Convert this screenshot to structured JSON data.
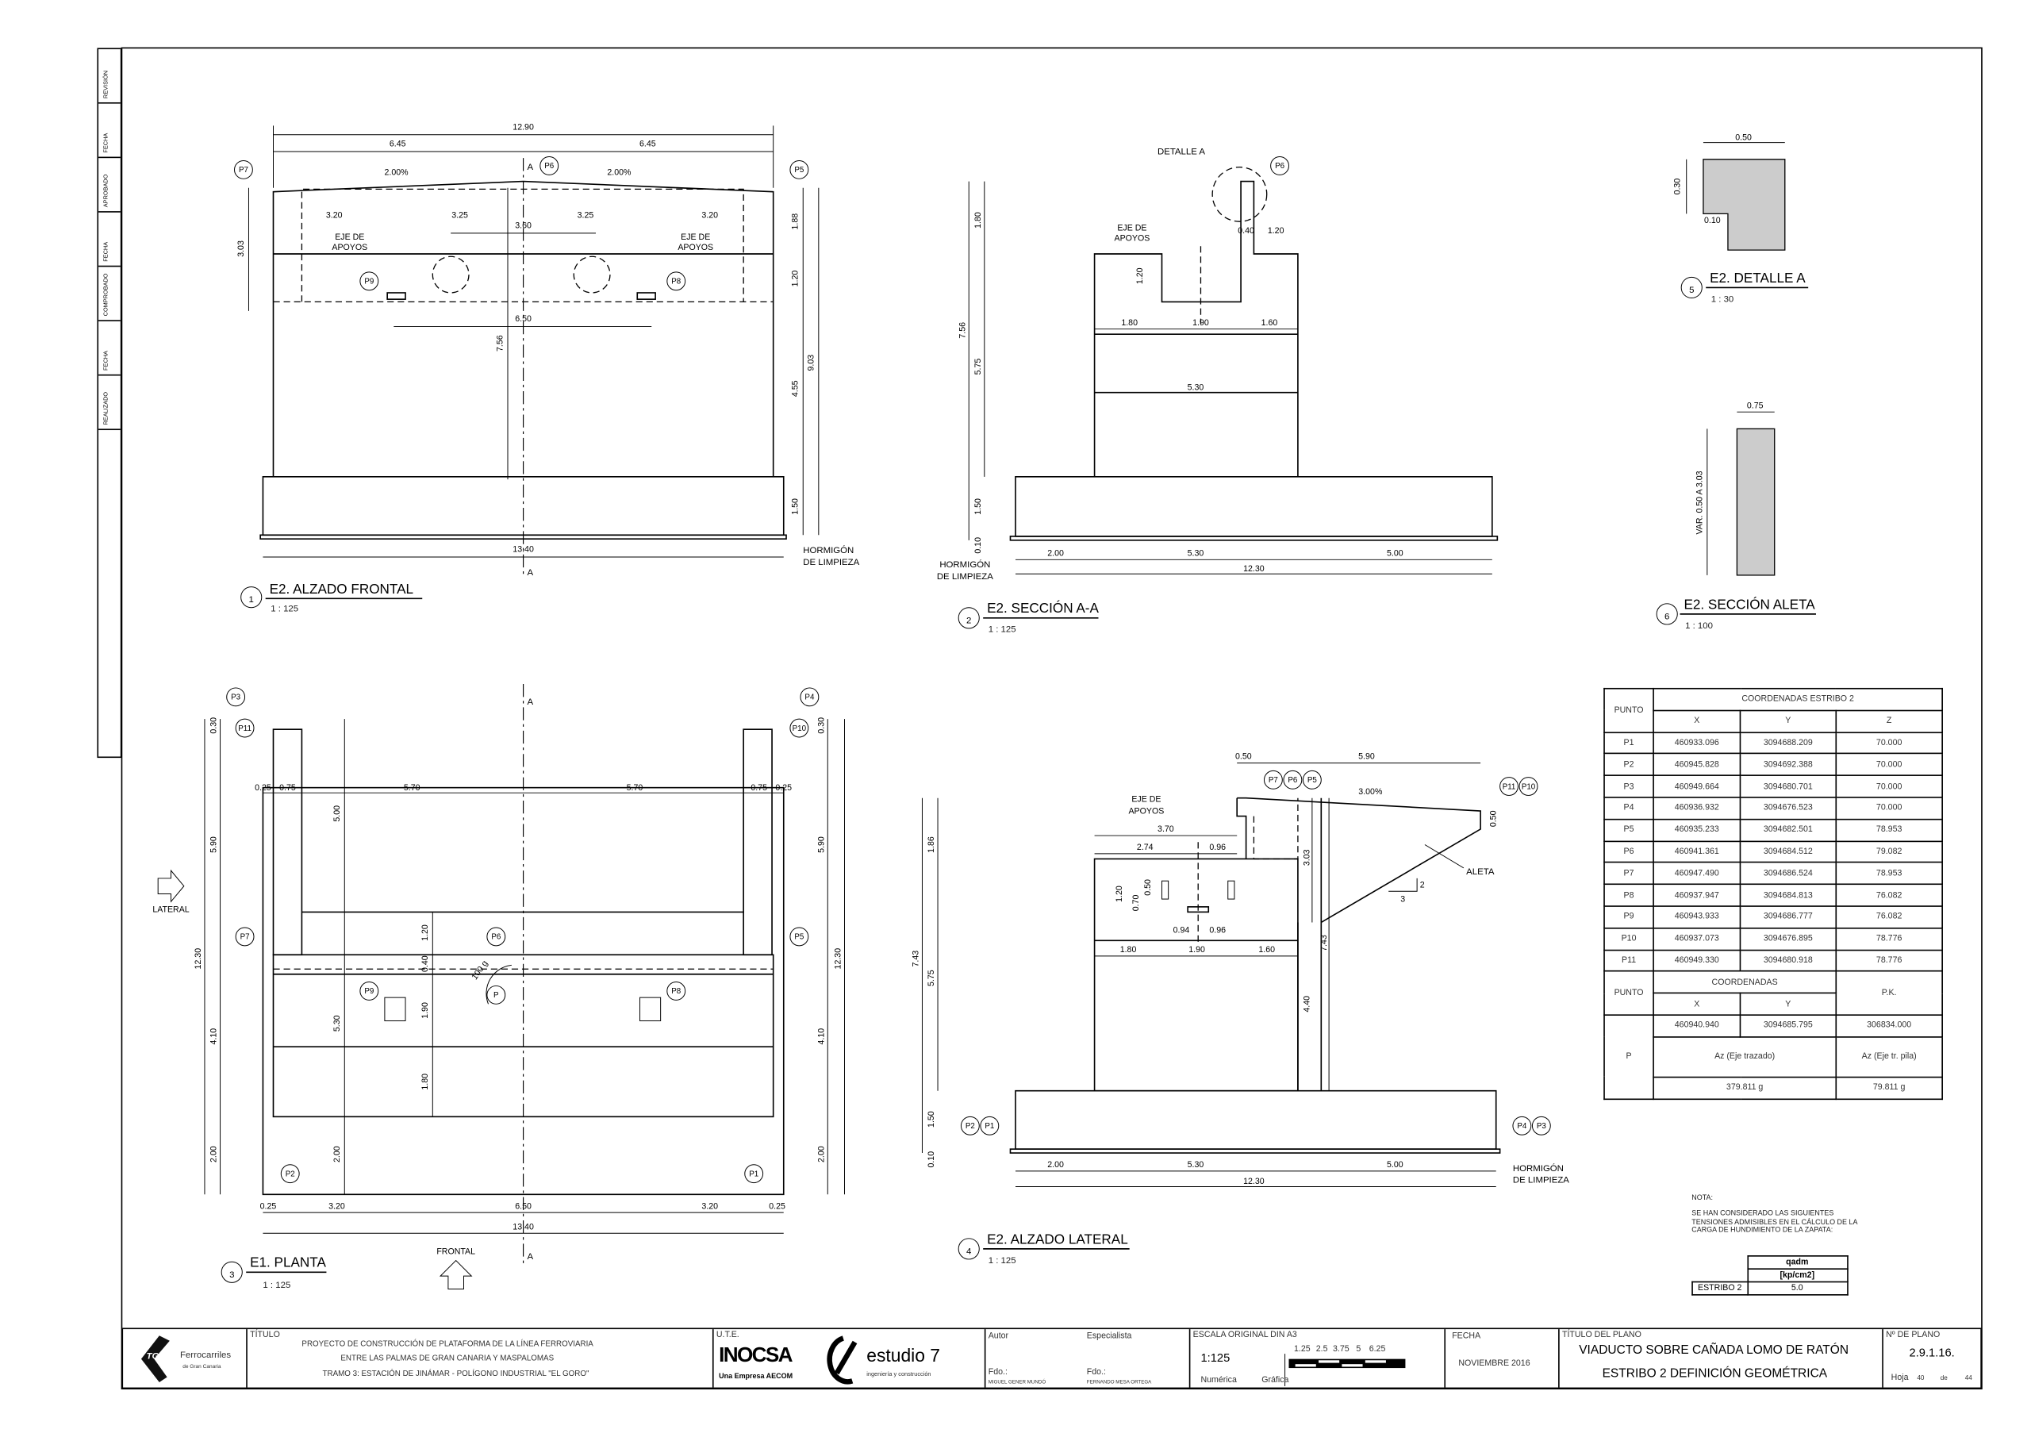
{
  "revision_strip": [
    "REVISIÓN",
    "FECHA",
    "APROBADO",
    "FECHA",
    "COMPROBADO",
    "FECHA",
    "REALIZADO"
  ],
  "view1": {
    "number": "1",
    "title": "E2. ALZADO FRONTAL",
    "scale": "1 : 125",
    "dims": [
      "12.90",
      "6.45",
      "6.45",
      "3.20",
      "3.25",
      "3.25",
      "3.20",
      "3.60",
      "6.50",
      "7.56",
      "13.40",
      "3.03",
      "1.88",
      "1.20",
      "4.55",
      "1.50",
      "9.03"
    ],
    "slopes": [
      "2.00%",
      "2.00%"
    ],
    "labels": {
      "eje1": "EJE DE",
      "apoyos1": "APOYOS",
      "eje2": "EJE DE",
      "apoyos2": "APOYOS",
      "hormigon": "HORMIGÓN",
      "limpieza": "DE LIMPIEZA",
      "section_top": "A",
      "section_bottom": "A"
    },
    "points": [
      "P7",
      "P6",
      "P5",
      "P9",
      "P8"
    ]
  },
  "view2": {
    "number": "2",
    "title": "E2. SECCIÓN A-A",
    "scale": "1 : 125",
    "dims": [
      "1.80",
      "5.75",
      "7.56",
      "1.50",
      "0.10",
      "0.40",
      "1.20",
      "1.20",
      "1.80",
      "1.90",
      "1.60",
      "5.30",
      "2.00",
      "5.30",
      "5.00",
      "12.30"
    ],
    "labels": {
      "detalle": "DETALLE A",
      "eje": "EJE DE",
      "apoyos": "APOYOS",
      "hormigon": "HORMIGÓN",
      "limpieza": "DE LIMPIEZA"
    },
    "points": [
      "P6"
    ]
  },
  "view3": {
    "number": "3",
    "title": "E1. PLANTA",
    "scale": "1 : 125",
    "dims": [
      "0.25",
      "0.75",
      "5.70",
      "5.70",
      "0.75",
      "0.25",
      "5.00",
      "0.30",
      "5.90",
      "4.10",
      "2.00",
      "12.30",
      "0.30",
      "5.90",
      "4.10",
      "2.00",
      "12.30",
      "1.20",
      "0.40",
      "1.90",
      "1.80",
      "5.30",
      "2.00",
      "0.25",
      "3.20",
      "6.50",
      "3.20",
      "0.25",
      "13.40",
      "100 g"
    ],
    "labels": {
      "lateral": "LATERAL",
      "frontal": "FRONTAL",
      "section_top": "A",
      "section_bottom": "A"
    },
    "points": [
      "P3",
      "P4",
      "P11",
      "P10",
      "P7",
      "P5",
      "P6",
      "P9",
      "P8",
      "P",
      "P2",
      "P1"
    ]
  },
  "view4": {
    "number": "4",
    "title": "E2. ALZADO LATERAL",
    "scale": "1 : 125",
    "dims": [
      "0.50",
      "5.90",
      "3.00%",
      "3.70",
      "2.74",
      "0.96",
      "1.20",
      "0.70",
      "0.50",
      "0.94",
      "0.96",
      "1.80",
      "1.90",
      "1.60",
      "1.86",
      "5.75",
      "7.43",
      "1.50",
      "0.10",
      "3.03",
      "7.43",
      "4.40",
      "0.50",
      "2",
      "3",
      "2.00",
      "5.30",
      "5.00",
      "12.30"
    ],
    "labels": {
      "eje": "EJE DE",
      "apoyos": "APOYOS",
      "aleta": "ALETA",
      "hormigon": "HORMIGÓN",
      "limpieza": "DE LIMPIEZA"
    },
    "points": [
      "P7",
      "P6",
      "P5",
      "P11",
      "P10",
      "P2",
      "P1",
      "P4",
      "P3"
    ]
  },
  "view5": {
    "number": "5",
    "title": "E2. DETALLE A",
    "scale": "1 : 30",
    "dims": [
      "0.50",
      "0.30",
      "0.10"
    ]
  },
  "view6": {
    "number": "6",
    "title": "E2. SECCIÓN ALETA",
    "scale": "1 : 100",
    "dims": [
      "0.75",
      "VAR. 0.50 A 3.03"
    ]
  },
  "coords_table": {
    "punto_header": "PUNTO",
    "title": "COORDENADAS ESTRIBO 2",
    "columns": [
      "X",
      "Y",
      "Z"
    ],
    "rows": [
      [
        "P1",
        "460933.096",
        "3094688.209",
        "70.000"
      ],
      [
        "P2",
        "460945.828",
        "3094692.388",
        "70.000"
      ],
      [
        "P3",
        "460949.664",
        "3094680.701",
        "70.000"
      ],
      [
        "P4",
        "460936.932",
        "3094676.523",
        "70.000"
      ],
      [
        "P5",
        "460935.233",
        "3094682.501",
        "78.953"
      ],
      [
        "P6",
        "460941.361",
        "3094684.512",
        "79.082"
      ],
      [
        "P7",
        "460947.490",
        "3094686.524",
        "78.953"
      ],
      [
        "P8",
        "460937.947",
        "3094684.813",
        "76.082"
      ],
      [
        "P9",
        "460943.933",
        "3094686.777",
        "76.082"
      ],
      [
        "P10",
        "460937.073",
        "3094676.895",
        "78.776"
      ],
      [
        "P11",
        "460949.330",
        "3094680.918",
        "78.776"
      ]
    ],
    "lower": {
      "punto_header": "PUNTO",
      "coords_header": "COORDENADAS",
      "x": "X",
      "y": "Y",
      "pk_header": "P.K.",
      "point": "P",
      "px": "460940.940",
      "py": "3094685.795",
      "pk": "306834.000",
      "az1_label": "Az (Eje trazado)",
      "az2_label": "Az (Eje tr. pila)",
      "az1": "379.811 g",
      "az2": "79.811 g"
    }
  },
  "note": {
    "title": "NOTA:",
    "lines": [
      "SE HAN CONSIDERADO LAS SIGUIENTES",
      "TENSIONES ADMISIBLES EN EL CÁLCULO DE LA",
      "CARGA DE HUNDIMIENTO DE LA ZAPATA:"
    ],
    "table": {
      "header1": "qadm",
      "header2": "[kp/cm2]",
      "row_label": "ESTRIBO 2",
      "value": "5.0"
    }
  },
  "title_block": {
    "logo": {
      "brand": "TGC",
      "name": "Ferrocarriles",
      "sub": "de Gran Canaria"
    },
    "titulo_label": "TÍTULO",
    "titulo_lines": [
      "PROYECTO DE CONSTRUCCIÓN DE PLATAFORMA DE LA LÍNEA FERROVIARIA",
      "ENTRE LAS PALMAS DE GRAN CANARIA Y MASPALOMAS",
      "TRAMO 3: ESTACIÓN DE JINÁMAR - POLÍGONO INDUSTRIAL \"EL GORO\""
    ],
    "ute_label": "U.T.E.",
    "inocsa": "INOCSA",
    "inocsa_sub": "Una Empresa AECOM",
    "estudio": "estudio 7",
    "estudio_sub": "ingeniería y construcción",
    "autor_label": "Autor",
    "especialista_label": "Especialista",
    "fdo1": "Fdo.:",
    "fdo2": "Fdo.:",
    "autor_name": "MIGUEL GENER MUNDÓ",
    "especialista_name": "FERNANDO MESA ORTEGA",
    "escala_label": "ESCALA ORIGINAL DIN A3",
    "escala": "1:125",
    "scale_marks": [
      "1.25",
      "2.5",
      "3.75",
      "5",
      "6.25"
    ],
    "numerica": "Numérica",
    "grafica": "Gráfica",
    "fecha_label": "FECHA",
    "fecha": "NOVIEMBRE 2016",
    "titulo_plano_label": "TÍTULO DEL PLANO",
    "titulo_plano_1": "VIADUCTO SOBRE CAÑADA LOMO DE RATÓN",
    "titulo_plano_2": "ESTRIBO 2 DEFINICIÓN GEOMÉTRICA",
    "plano_label": "Nº DE PLANO",
    "plano": "2.9.1.16.",
    "hoja_label": "Hoja",
    "hoja": "40",
    "de_label": "de",
    "total": "44"
  }
}
